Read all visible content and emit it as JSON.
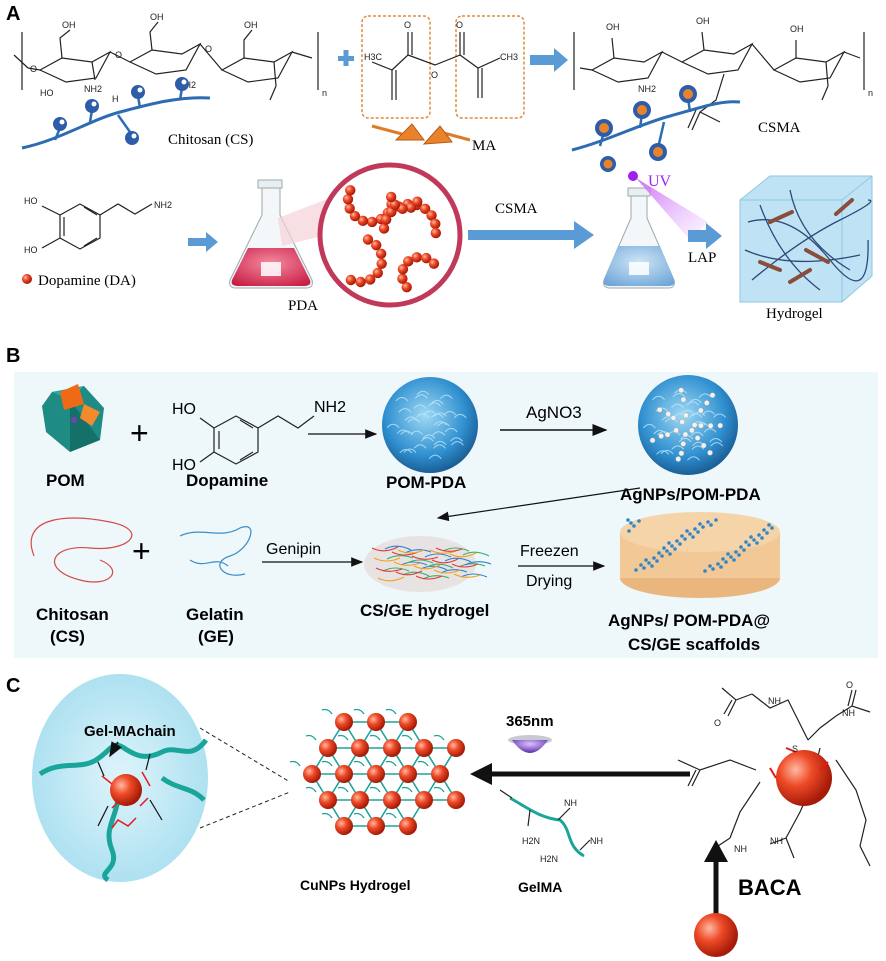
{
  "panels": {
    "a": {
      "letter": "A",
      "chitosan_label": "Chitosan (CS)",
      "ma_label": "MA",
      "csma_label": "CSMA",
      "dopamine_label": "Dopamine (DA)",
      "pda_label": "PDA",
      "arrow_csma": "CSMA",
      "arrow_lap": "LAP",
      "uv_label": "UV",
      "hydrogel_label": "Hydrogel",
      "h3c": "H3C",
      "ch3": "CH3",
      "o": "O",
      "n_sub": "n",
      "ho": "HO",
      "nh2": "NH2",
      "h": "H",
      "oh": "OH"
    },
    "b": {
      "letter": "B",
      "pom": "POM",
      "dopamine": "Dopamine",
      "pom_pda": "POM-PDA",
      "agno3": "AgNO3",
      "agnps_pom_pda": "AgNPs/POM-PDA",
      "chitosan": "Chitosan",
      "cs": "(CS)",
      "gelatin": "Gelatin",
      "ge": "(GE)",
      "genipin": "Genipin",
      "cs_ge_hydrogel": "CS/GE hydrogel",
      "freezen": "Freezen",
      "drying": "Drying",
      "scaffold_line1": "AgNPs/ POM-PDA@",
      "scaffold_line2": "CS/GE scaffolds",
      "plus": "+",
      "ho": "HO",
      "nh2": "NH2"
    },
    "c": {
      "letter": "C",
      "gel_machain": "Gel-MAchain",
      "cunps_hydrogel": "CuNPs Hydrogel",
      "wavelength": "365nm",
      "gelma": "GelMA",
      "baca": "BACA",
      "nh": "NH",
      "o": "O",
      "s": "S",
      "h2n": "H2N"
    }
  },
  "colors": {
    "arrow_blue": "#5b9bd5",
    "red_particle": "#e23b1e",
    "teal_chain": "#1aa59a",
    "panel_b_bg": "#eef7fa",
    "uv_purple": "#a020f0"
  }
}
